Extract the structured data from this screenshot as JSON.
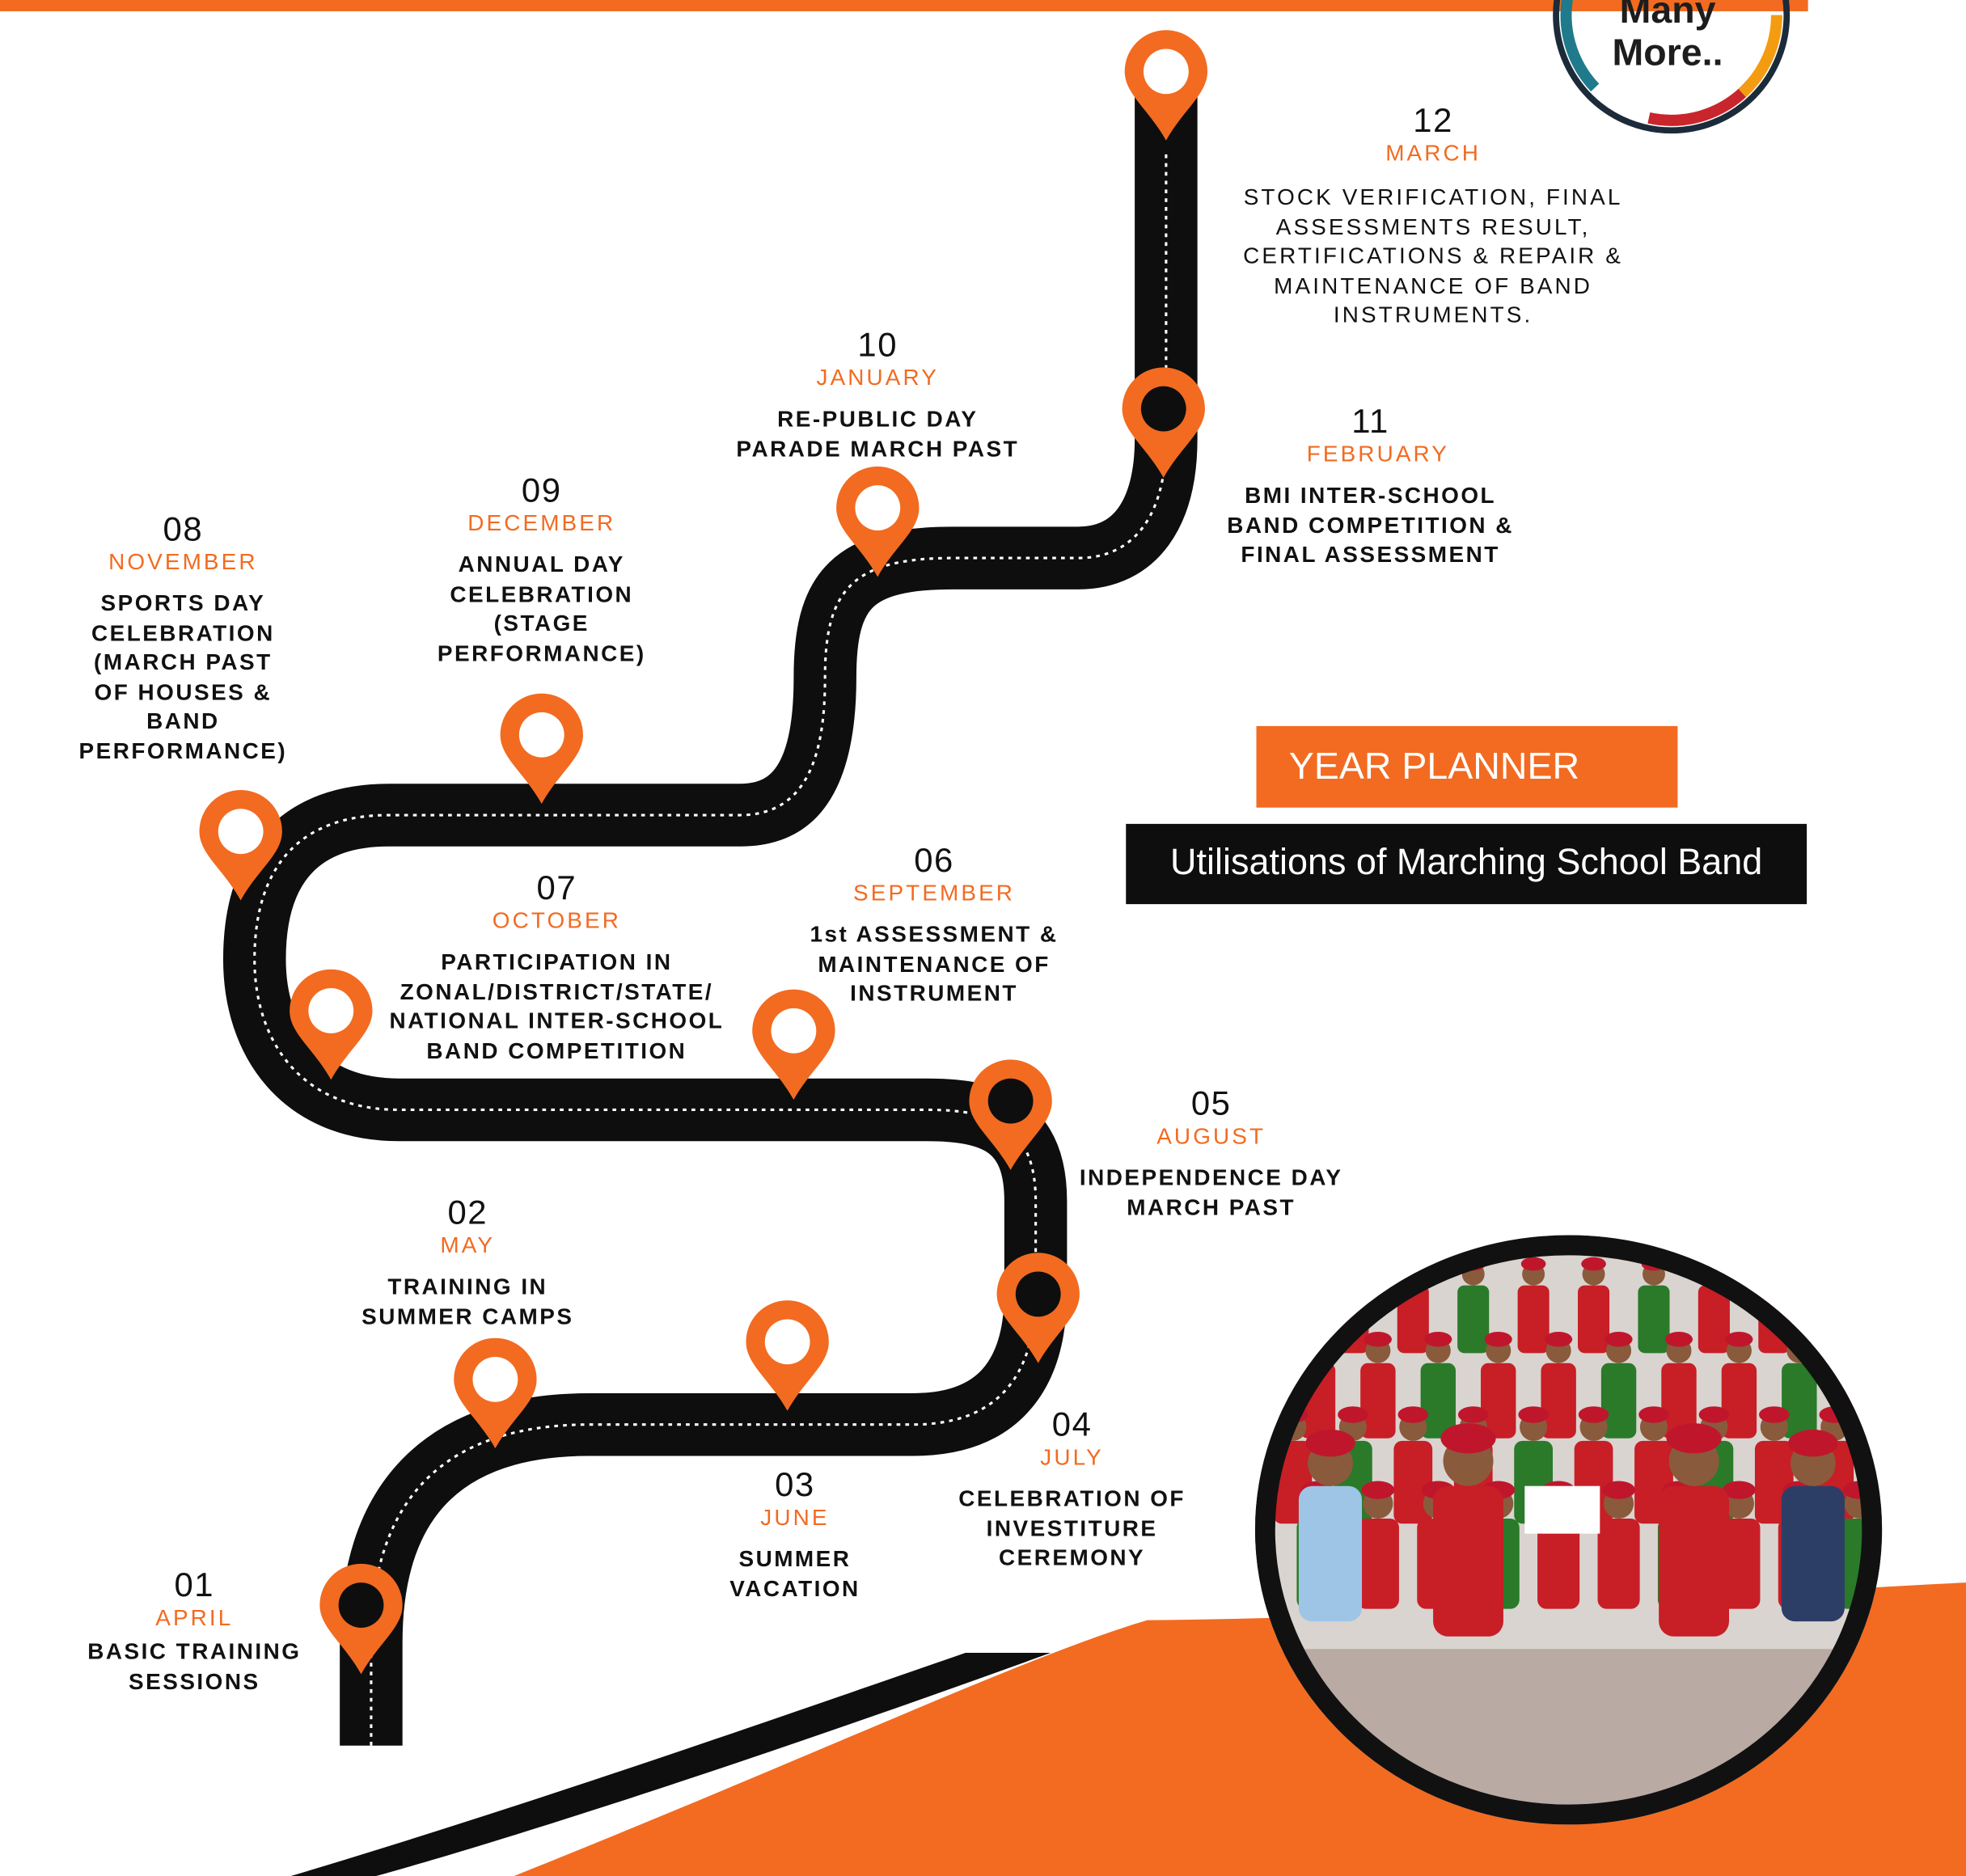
{
  "badge": {
    "text": [
      "Many",
      "More.."
    ]
  },
  "planner": {
    "title": "YEAR PLANNER",
    "subtitle": "Utilisations of Marching School Band"
  },
  "events": [
    {
      "num": "01",
      "month": "APRIL",
      "desc": [
        "BASIC TRAINING",
        "SESSIONS"
      ]
    },
    {
      "num": "02",
      "month": "MAY",
      "desc": [
        "TRAINING IN",
        "SUMMER CAMPS"
      ]
    },
    {
      "num": "03",
      "month": "JUNE",
      "desc": [
        "SUMMER",
        "VACATION"
      ]
    },
    {
      "num": "04",
      "month": "JULY",
      "desc": [
        "CELEBRATION OF",
        "INVESTITURE",
        "CEREMONY"
      ]
    },
    {
      "num": "05",
      "month": "AUGUST",
      "desc": [
        "INDEPENDENCE DAY",
        "MARCH PAST"
      ]
    },
    {
      "num": "06",
      "month": "SEPTEMBER",
      "desc": [
        "1st ASSESSMENT &",
        "MAINTENANCE OF",
        "INSTRUMENT"
      ]
    },
    {
      "num": "07",
      "month": "OCTOBER",
      "desc": [
        "PARTICIPATION IN",
        "ZONAL/DISTRICT/STATE/",
        "NATIONAL INTER-SCHOOL",
        "BAND COMPETITION"
      ]
    },
    {
      "num": "08",
      "month": "NOVEMBER",
      "desc": [
        "SPORTS DAY",
        "CELEBRATION",
        "(MARCH PAST",
        "OF HOUSES &",
        "BAND",
        "PERFORMANCE)"
      ]
    },
    {
      "num": "09",
      "month": "DECEMBER",
      "desc": [
        "ANNUAL DAY",
        "CELEBRATION",
        "(STAGE",
        "PERFORMANCE)"
      ]
    },
    {
      "num": "10",
      "month": "JANUARY",
      "desc": [
        "RE-PUBLIC DAY",
        "PARADE MARCH PAST"
      ]
    },
    {
      "num": "11",
      "month": "FEBRUARY",
      "desc": [
        "BMI INTER-SCHOOL",
        "BAND COMPETITION &",
        "FINAL ASSESSMENT"
      ]
    },
    {
      "num": "12",
      "month": "MARCH",
      "desc": [
        "STOCK VERIFICATION, FINAL",
        "ASSESSMENTS RESULT,",
        "CERTIFICATIONS & REPAIR &",
        "MAINTENANCE OF BAND",
        "INSTRUMENTS."
      ]
    }
  ],
  "colors": {
    "accent": "#f26b21",
    "road": "#0e0e0e",
    "badge_ring": [
      "#1f7a8c",
      "#c9252c",
      "#f39c12",
      "#8e1b1b"
    ]
  }
}
